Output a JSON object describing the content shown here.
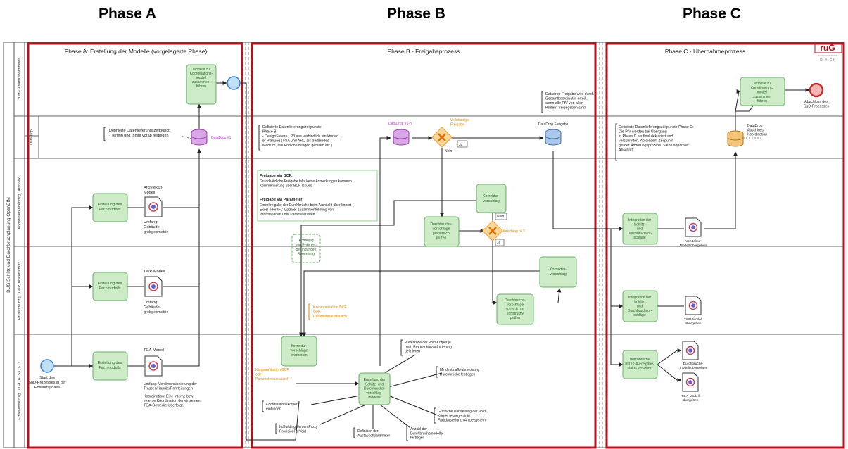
{
  "phase_titles": [
    "Phase A",
    "Phase B",
    "Phase C"
  ],
  "pool_title": "BUG Schlitz und Durchbruchplanung OpenBIM",
  "lanes": [
    "BIM-Gesamtkoordinator",
    "DataDrop",
    "Koordinierender bzgl. Architekt",
    "Prüfende bzgl. TWP, Brandschutz",
    "Erstellende bzgl. TGA, HLSK, ELT"
  ],
  "phaseA": {
    "title": "Phase A: Erstellung der Modelle (vorgelagerte Phase)",
    "merge_task": "Modelle zu Koordinations-modell zusammen-führen",
    "note": "Definierte Datenlieferungszeitpunkt:\n- Termin und Inhalt vorab festlegen",
    "datadrop": "DataDrop #1",
    "tasks": [
      "Erstellung des Fachmodells",
      "Erstellung des Fachmodells",
      "Erstellung des Fachmodells"
    ],
    "docs": [
      {
        "label": "Architektur-Modell",
        "scope": "Umfang: Gebäude-grobgeometrie"
      },
      {
        "label": "TWP-Modell",
        "scope": "Umfang: Gebäude-grobgeometrie"
      },
      {
        "label": "TGA-Modell",
        "scope": "Umfang: Vordimensionierung der Trassen/Kanäle/Rohrleitungen\n\nKoordination: Eine interne bzw. externe Koordination der einzelnen TGA-Gewerke ist erfolgt."
      }
    ],
    "start": "Start des SuD-Prozesses in der Entwurfsphase"
  },
  "phaseB": {
    "title": "Phase B - Freigabeprozess",
    "note_top": "Datadrop Freigabe wird durch Gesamtkoordinator erteilt, wenn alle PFV von allen Prüfern freigegeben sind",
    "note_left": "Definierte Datenlieferungszeitpunkte\nPhase B:\n- DesignFreeze LP3 aus verbindlich strukturiert\ner Planung (TGA und ARC als treibendes\nMedium, alle Entscheidungen gefallen etc.)",
    "datadrop": "DataDrop #1-n",
    "gateway1": "Vollständige Freigabe",
    "ja": "Ja",
    "nein": "Nein",
    "datadrop_freigabe": "DataDrop Freigabe",
    "bcf_title": "Freigabe via BCF:",
    "bcf_text": "Grundsätzliche Freigabe falls keine Anmerkungen kommen\nKommentierung über BCF-Issues",
    "param_title": "Freigabe via Parameter:",
    "param_text": "Einzelfreigabe der Durchbrüche beim Architekt über Import\nExcel oder IFC-Update: Zusammenführung von\nInformationen über Parameterlisten",
    "korrektur_top": "Korrektur-vorschlag",
    "pruefen": "Durchbruchs-vorschläge planerisch prüfen",
    "gateway2": "Vorschlag ok?",
    "dashed": "Abhängig von Rahmen-bedingungen Sammlung",
    "korrektur_mid": "Korrektur-vorschlag",
    "kommunikation1": "Kommunikation BCF oder Parameteraustausch",
    "statisch": "Durchbruchs-vorschläge statisch und konstruktiv prüfen",
    "korrektur_erarbeiten": "Korrektur-vorschläge erarbeiten",
    "kommunikation2": "Kommunikation BCF oder Parameteraustausch",
    "center": "Erstellung der Schlitz- und Durchbruchs-vorschlag-modells",
    "satellites": [
      "Pufferzone der Void-Körper je nach Brandschutzanforderung definieren",
      "Mindestmaß/-abmessung Durchbrüche festlegen",
      "Grafische Darstellung der Void-Körper festlegen inkl. Farbdarstellung (Ampelsystem)",
      "Anzahl der Durchbruchsmodelle festlegen",
      "Definition der Austauschparameter",
      "IfcBuildingElementProxy ProvisionForVoid",
      "Koordinationskörper einbinden"
    ]
  },
  "phaseC": {
    "title": "Phase C - Übernahmeprozess",
    "merge_task": "Modelle zu Koordinations-modell zusammen-führen",
    "end": "Abschluss des SuD-Prozesses",
    "note": "Definierte Datenlieferungszeitpunkte Phase C:\nDie PfV werden bei Übergang\nin Phase C als final deklariert und\nverschnitten. Ab diesem Zeitpunkt\ngilt der Änderungsprozess. Siehe separater\nAbschnitt",
    "datadrop": "DataDrop Abschluss Koordination",
    "integration": [
      "Integration der Schlitz- und Durchbruchvor-schläge",
      "Integration der Schlitz- und Durchbruchvor-schläge"
    ],
    "docs": [
      "Architektur-Modell übergeben",
      "TWP-Modell übergeben",
      "Durchbruchs-modell übergeben",
      "TGA-Modell übergeben"
    ],
    "status_task": "Durchbrüche mit TGA-Freigabe-status versehen"
  },
  "logo_text": "HOUTLOGIE BOUW\nO · A · C H",
  "colors": {
    "frame": "#b5121b",
    "task_fill": "#cdebc6",
    "task_stroke": "#66b066",
    "orange": "#f0a030",
    "violet": "#b040c0",
    "blue": "#3d7fd0",
    "event": "#7fb8e8"
  }
}
